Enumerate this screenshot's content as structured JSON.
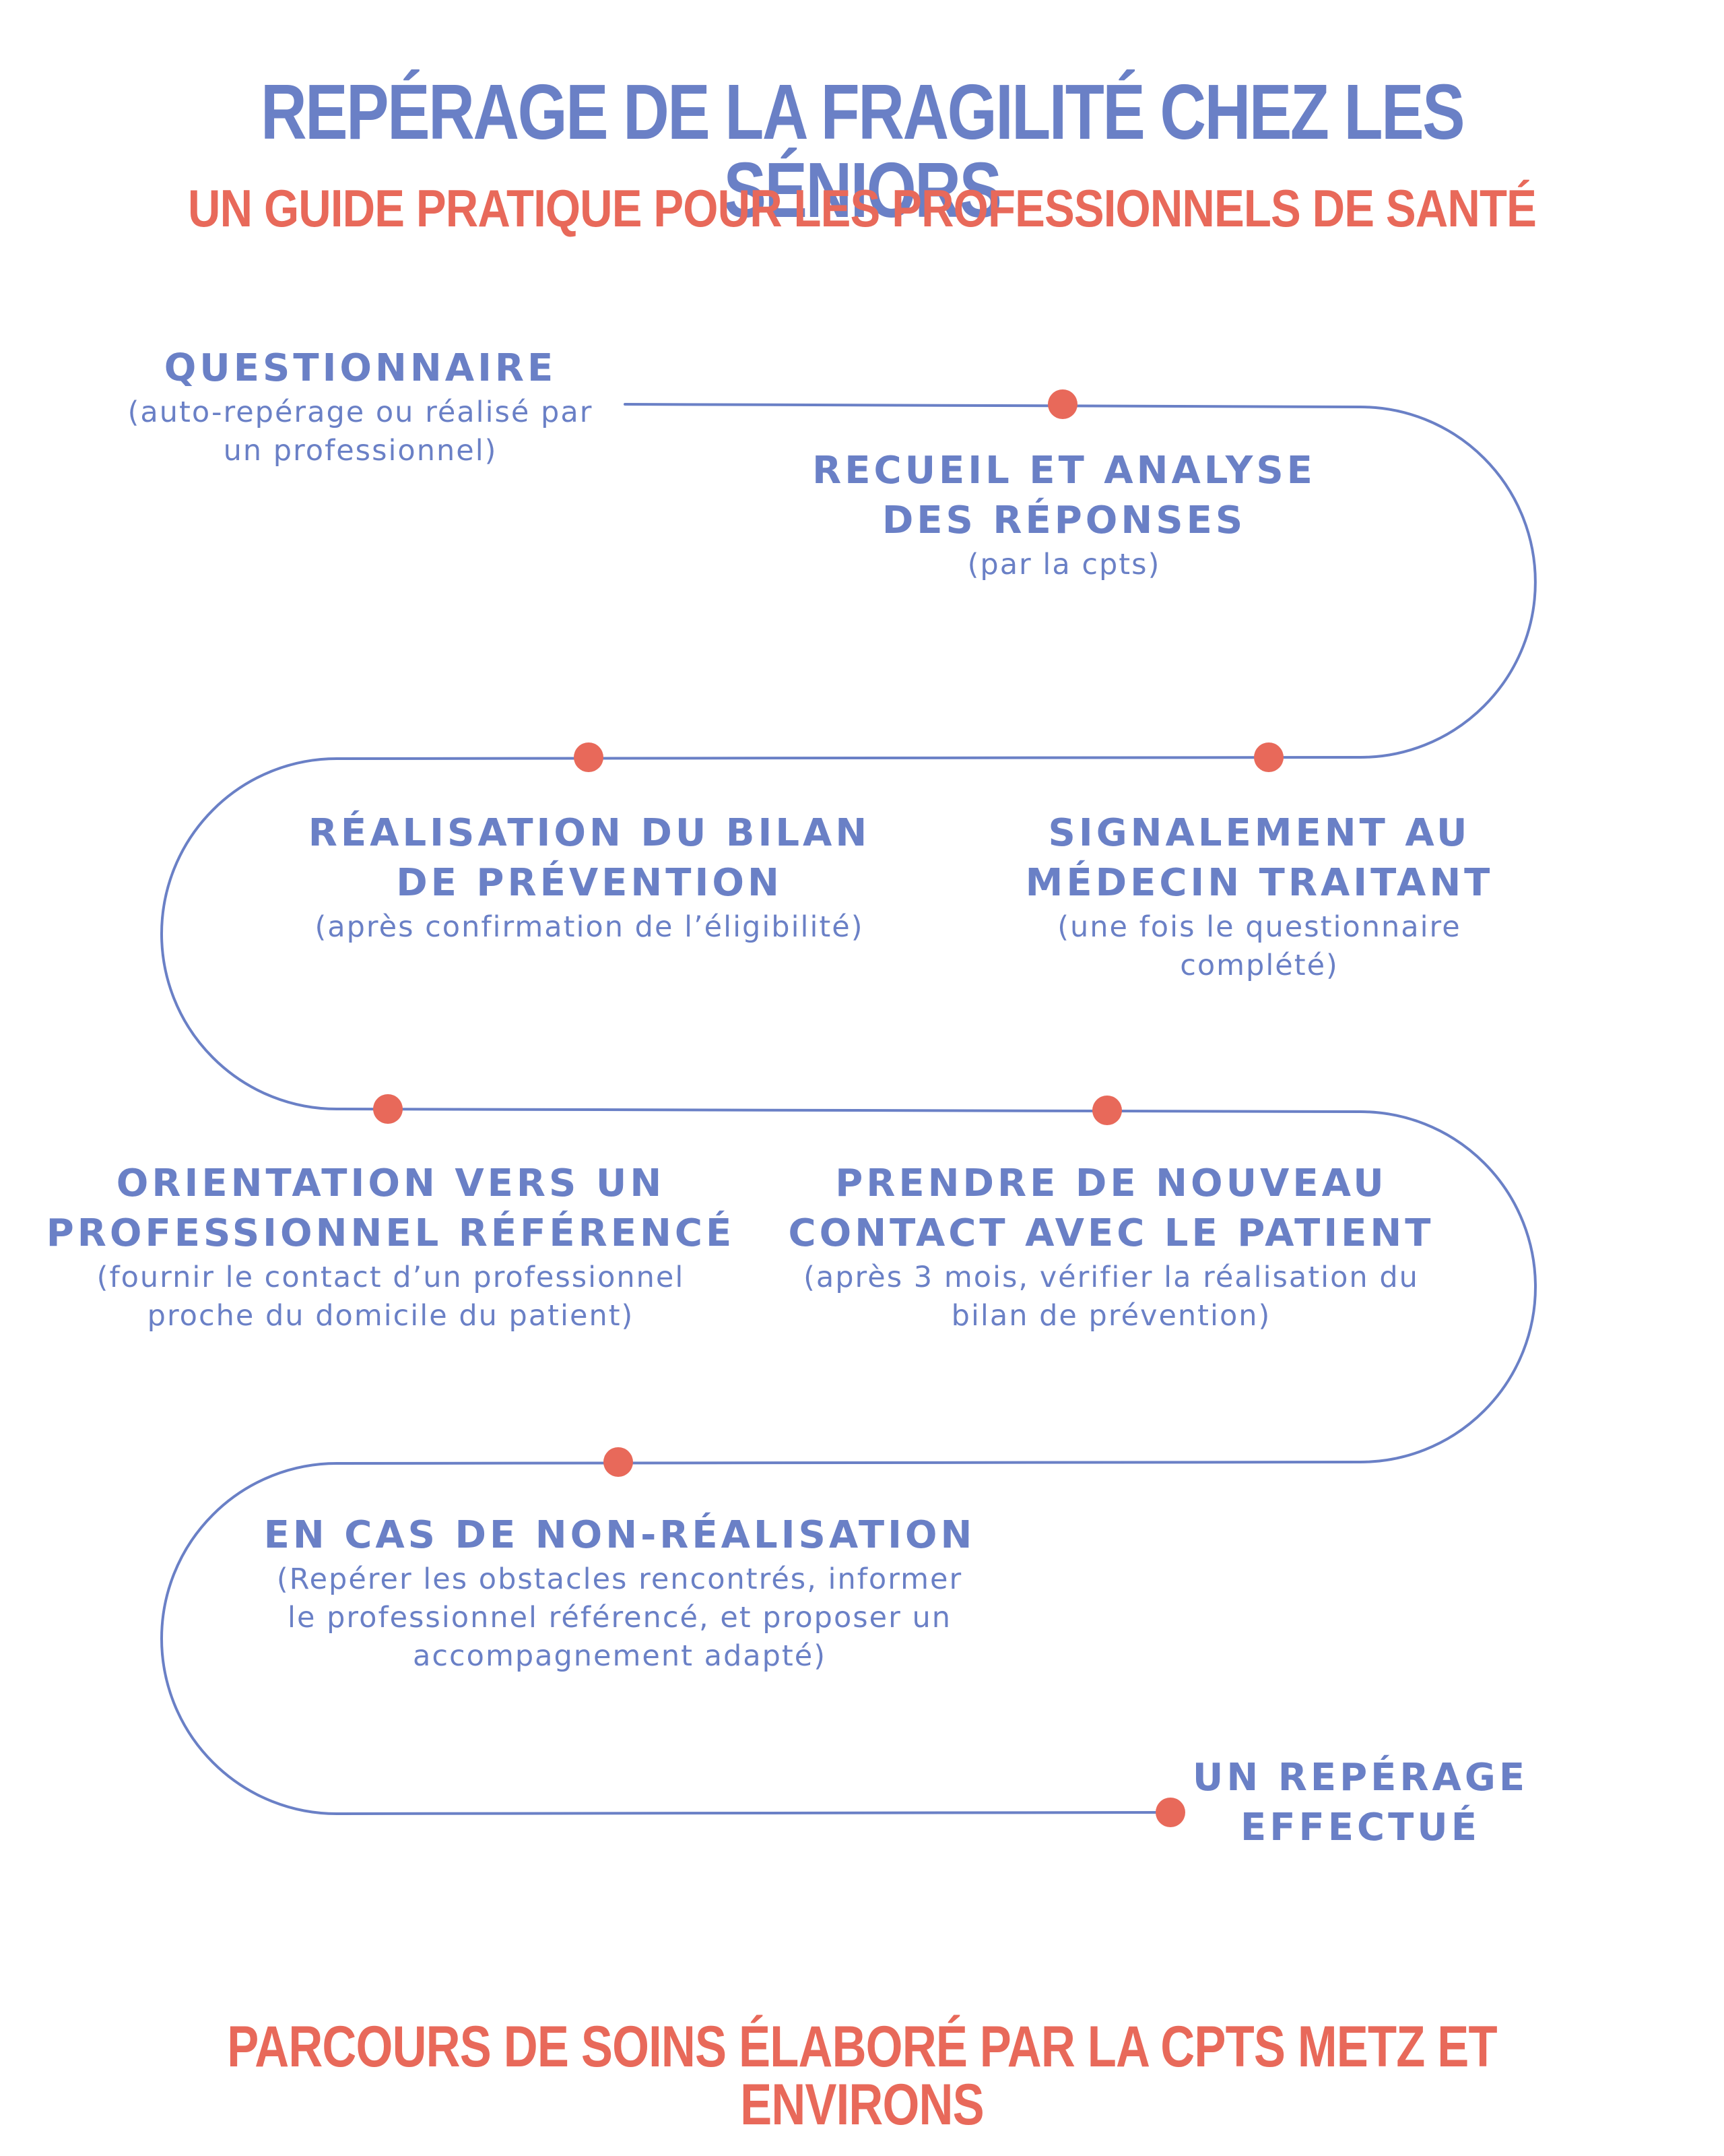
{
  "colors": {
    "primary": "#6a80c6",
    "accent": "#e8695a",
    "path": "#6a80c6",
    "background": "#ffffff"
  },
  "header": {
    "title": "REPÉRAGE DE LA FRAGILITÉ CHEZ LES SÉNIORS",
    "subtitle": "UN GUIDE PRATIQUE POUR LES PROFESSIONNELS DE SANTÉ"
  },
  "steps": [
    {
      "title": [
        "QUESTIONNAIRE"
      ],
      "subtitle": [
        "(auto-repérage ou réalisé par",
        "un professionnel)"
      ]
    },
    {
      "title": [
        "RECUEIL ET ANALYSE",
        "DES RÉPONSES"
      ],
      "subtitle": [
        "(par la cpts)"
      ]
    },
    {
      "title": [
        "SIGNALEMENT AU",
        "MÉDECIN TRAITANT"
      ],
      "subtitle": [
        "(une fois le questionnaire",
        "complété)"
      ]
    },
    {
      "title": [
        "RÉALISATION DU BILAN",
        "DE PRÉVENTION"
      ],
      "subtitle": [
        "(après confirmation de l’éligibilité)"
      ]
    },
    {
      "title": [
        "ORIENTATION VERS UN",
        "PROFESSIONNEL RÉFÉRENCÉ"
      ],
      "subtitle": [
        "(fournir le contact d’un professionnel",
        "proche du domicile du patient)"
      ]
    },
    {
      "title": [
        "PRENDRE DE NOUVEAU",
        "CONTACT AVEC LE PATIENT"
      ],
      "subtitle": [
        "(après 3 mois, vérifier la réalisation du",
        "bilan de prévention)"
      ]
    },
    {
      "title": [
        "EN CAS DE NON-RÉALISATION"
      ],
      "subtitle": [
        "(Repérer les obstacles rencontrés, informer",
        "le professionnel référencé, et proposer un",
        "accompagnement adapté)"
      ]
    },
    {
      "title": [
        "UN REPÉRAGE",
        "EFFECTUÉ"
      ],
      "subtitle": []
    }
  ],
  "footer": {
    "text": "PARCOURS DE SOINS ÉLABORÉ PAR LA CPTS METZ ET ENVIRONS"
  }
}
